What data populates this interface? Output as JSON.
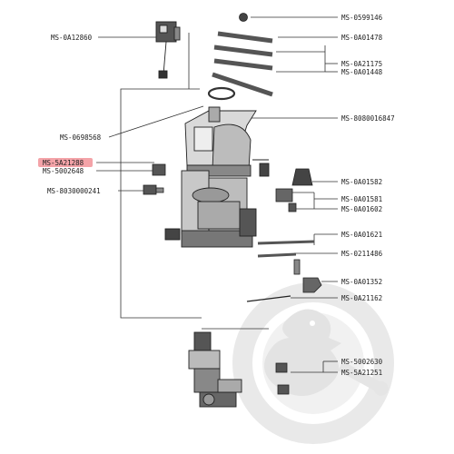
{
  "diagram": {
    "highlighted_part": "MS-5A21288",
    "labels": {
      "ms_0599146": "MS-0599146",
      "ms_0a12860": "MS-0A12860",
      "ms_0a01478": "MS-0A01478",
      "ms_0a21175": "MS-0A21175",
      "ms_0a01448": "MS-0A01448",
      "ms_0698568": "MS-0698568",
      "ms_8080016847": "MS-8080016847",
      "ms_5a21288": "MS-5A21288",
      "ms_5002648": "MS-5002648",
      "ms_0a01582": "MS-0A01582",
      "ms_8030000241": "MS-8030000241",
      "ms_0a01581": "MS-0A01581",
      "ms_0a01602": "MS-0A01602",
      "ms_0a01621": "MS-0A01621",
      "ms_0211486": "MS-0211486",
      "ms_0a01352": "MS-0A01352",
      "ms_0a21162": "MS-0A21162",
      "ms_5002630": "MS-5002630",
      "ms_5a21251": "MS-5A21251"
    },
    "colors": {
      "highlight": "#f4a3a8",
      "watermark": "#e6e6e6",
      "line": "#333333"
    },
    "watermark_icon": "duck-wrench-logo"
  }
}
